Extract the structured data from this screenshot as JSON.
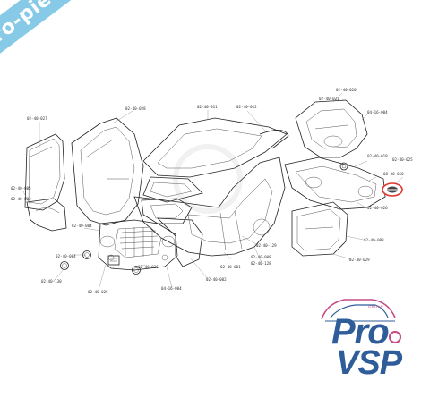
{
  "watermark": {
    "text": "pro-piece-vsp.com",
    "color": "#7cc6e6"
  },
  "logo": {
    "group_label": "GROUP",
    "line1": "Pro",
    "line2": "VSP",
    "brand_color": "#2f5d9a",
    "accent_color": "#c64b86"
  },
  "highlight_color": "#e0342c",
  "callouts": {
    "c1": "02-40-027",
    "c2": "02-40-028",
    "c3": "02-40-011",
    "c4": "02-40-012",
    "c5": "02-40-020",
    "c6": "02-40-021",
    "c7": "04-16-004",
    "c8": "02-40-025",
    "c9": "02-40-019",
    "c10": "08-30-050",
    "c11": "02-40-026",
    "c12": "02-40-005",
    "c13": "02-40-004",
    "c14": "02-40-004",
    "c15": "02-40-003",
    "c16": "02-40-129",
    "c17": "02-40-029",
    "c18": "02-40-130",
    "c19": "02-40-025",
    "c20": "02-40-036",
    "c21": "04-16-004",
    "c22": "02-40-002",
    "c23": "02-40-001",
    "c24": "02-40-128",
    "c25": "02-40-008",
    "c26": "02-40-003"
  }
}
